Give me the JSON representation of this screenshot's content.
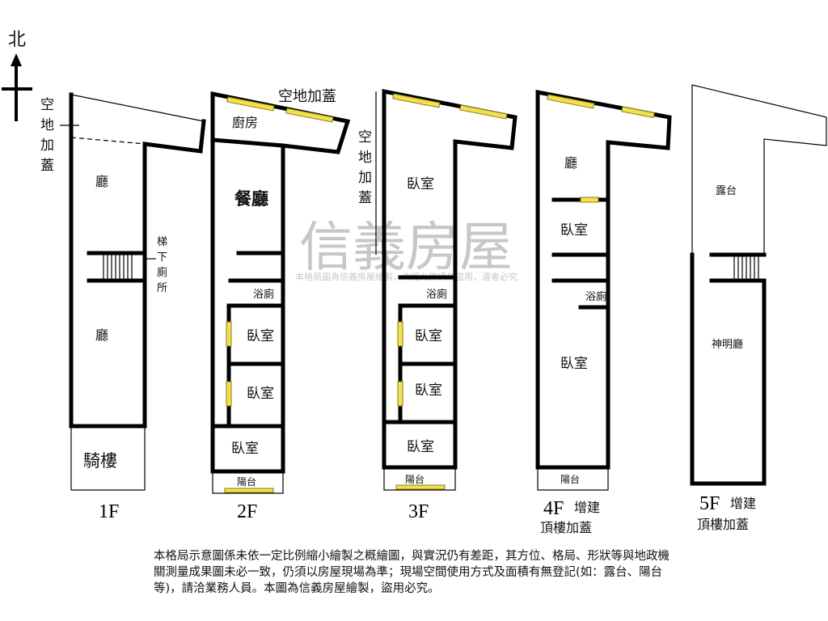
{
  "compass": {
    "label": "北"
  },
  "floors": [
    {
      "id": "1F",
      "label": "1F",
      "extra": "",
      "rooms": [
        "空",
        "地",
        "加",
        "蓋",
        "廳",
        "梯",
        "下",
        "廁",
        "所",
        "廳",
        "騎樓"
      ]
    },
    {
      "id": "2F",
      "label": "2F",
      "extra": "",
      "rooms": [
        "空地加蓋",
        "廚房",
        "餐廳",
        "浴廁",
        "臥室",
        "臥室",
        "臥室",
        "陽台"
      ]
    },
    {
      "id": "3F",
      "label": "3F",
      "extra": "",
      "rooms": [
        "空",
        "地",
        "加",
        "蓋",
        "臥室",
        "浴廁",
        "臥室",
        "臥室",
        "臥室",
        "陽台"
      ]
    },
    {
      "id": "4F",
      "label": "4F",
      "extra": "增建",
      "extra2": "頂樓加蓋",
      "rooms": [
        "廳",
        "臥室",
        "浴廁",
        "臥室",
        "陽台"
      ]
    },
    {
      "id": "5F",
      "label": "5F",
      "extra": "增建",
      "extra2": "頂樓加蓋",
      "rooms": [
        "露台",
        "神明廳"
      ]
    }
  ],
  "watermark": {
    "brand": "信義房屋",
    "notice": "本格局圖為信義房屋繪製，未經允許請勿盜用，違者必究"
  },
  "disclaimer": "本格局示意圖係未依一定比例縮小繪製之概繪圖，與實況仍有差距，其方位、格局、形狀等與地政機關測量成果圖未必一致，仍須以房屋現場為準；現場空間使用方式及面積有無登記(如：露台、陽台等)，請洽業務人員。本圖為信義房屋繪製，盜用必究。",
  "colors": {
    "wall": "#000000",
    "window": "#f2e14a",
    "watermark": "#9a9a9a"
  }
}
